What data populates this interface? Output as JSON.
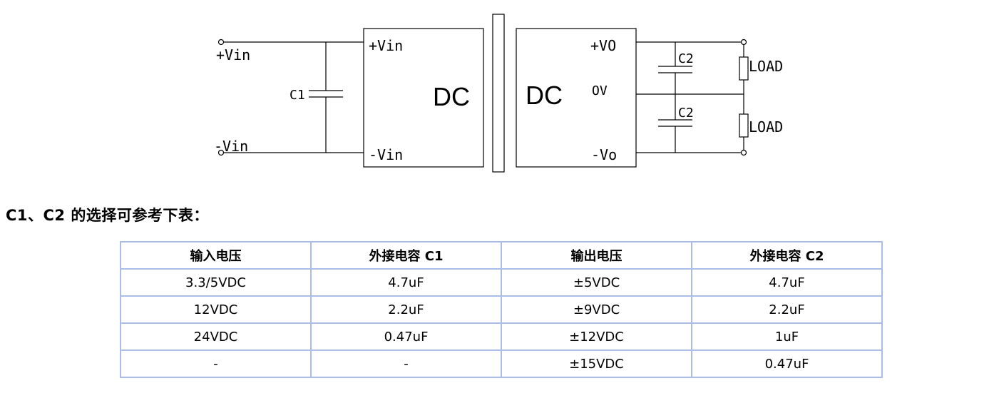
{
  "diagram": {
    "input_pos": "+Vin",
    "input_neg": "-Vin",
    "c1_label": "C1",
    "left_block_label": "DC",
    "left_pin_pos": "+Vin",
    "left_pin_neg": "-Vin",
    "right_block_label": "DC",
    "right_pin_pos": "+VO",
    "right_pin_zero": "OV",
    "right_pin_neg": "-Vo",
    "c2_top_label": "C2",
    "c2_bottom_label": "C2",
    "load_top_label": "LOAD",
    "load_bottom_label": "LOAD"
  },
  "heading": "C1、C2 的选择可参考下表：",
  "table": {
    "headers": [
      "输入电压",
      "外接电容 C1",
      "输出电压",
      "外接电容 C2"
    ],
    "rows": [
      [
        "3.3/5VDC",
        "4.7uF",
        "±5VDC",
        "4.7uF"
      ],
      [
        "12VDC",
        "2.2uF",
        "±9VDC",
        "2.2uF"
      ],
      [
        "24VDC",
        "0.47uF",
        "±12VDC",
        "1uF"
      ],
      [
        "-",
        "-",
        "±15VDC",
        "0.47uF"
      ]
    ]
  }
}
